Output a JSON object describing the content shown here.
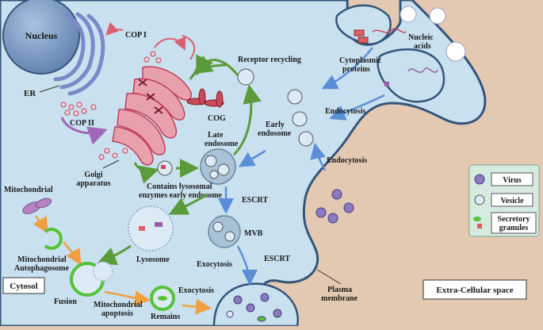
{
  "labels": {
    "nucleus": "Nucleus",
    "er": "ER",
    "cop1": "COP I",
    "cop2": "COP II",
    "golgi_line1": "Golgi",
    "golgi_line2": "apparatus",
    "receptor_recycling": "Receptor recycling",
    "cog": "COG",
    "late_endosome_line1": "Late",
    "late_endosome_line2": "endosome",
    "early_endosome_line1": "Early",
    "early_endosome_line2": "endosome",
    "endocytosis_top": "Endocytosis",
    "endocytosis_mid": "Endocytosis",
    "nucleic_acids_line1": "Nucleic",
    "nucleic_acids_line2": "acids",
    "cytoplasmic_proteins_line1": "Cytoplasmic",
    "cytoplasmic_proteins_line2": "proteins",
    "contains_line1": "Contains lysosomal",
    "contains_line2": "enzymes early endosome",
    "escrt_1": "ESCRT",
    "escrt_2": "ESCRT",
    "mvb": "MVB",
    "exocytosis_1": "Exocytosis",
    "exocytosis_2": "Exocytosis",
    "lysosome": "Lysosome",
    "mitochondrial": "Mitochondrial",
    "mito_auto_line1": "Mitochondrial",
    "mito_auto_line2": "Autophagosome",
    "cytosol": "Cytosol",
    "fusion": "Fusion",
    "mito_apop_line1": "Mitochondrial",
    "mito_apop_line2": "apoptosis",
    "remains": "Remains",
    "plasma_line1": "Plasma",
    "plasma_line2": "membrane",
    "extracellular": "Extra-Cellular space"
  },
  "legend": {
    "virus": "Virus",
    "vesicle": "Vesicle",
    "secretory_line1": "Secretory",
    "secretory_line2": "granules"
  },
  "colors": {
    "cytosol": "#c9e0ef",
    "extracellular": "#e4c9b2",
    "membrane": "#34557a",
    "golgi": "#e9a0ad",
    "nucleus": "#7a9bc4",
    "green_arrow": "#5c9b3a",
    "blue_arrow": "#5a8fd6",
    "orange_arrow": "#f0a040",
    "purple_arrow": "#a066b8",
    "mito": "#b484c4",
    "vesicle_green": "#55c238"
  }
}
